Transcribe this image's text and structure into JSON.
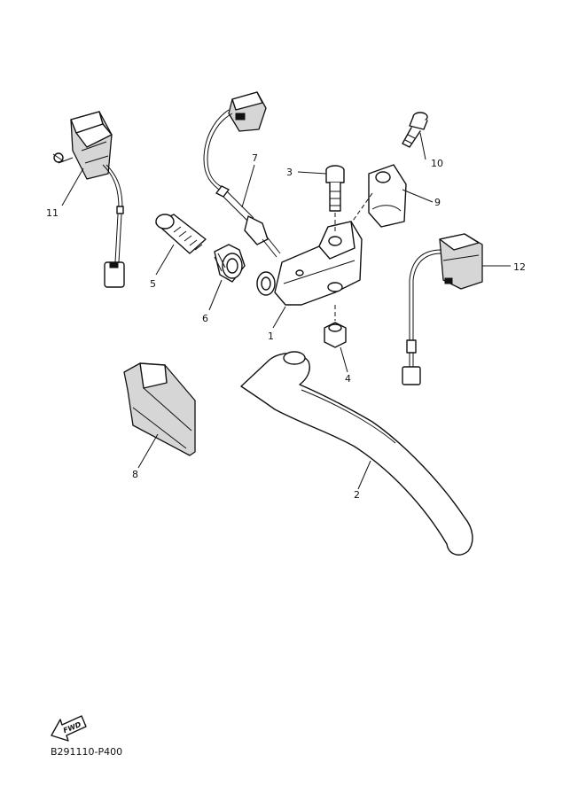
{
  "diagram": {
    "code": "B291110-P400",
    "fwd_label": "FWD",
    "callouts": [
      "1",
      "2",
      "3",
      "4",
      "5",
      "6",
      "7",
      "8",
      "9",
      "10",
      "11",
      "12"
    ]
  }
}
